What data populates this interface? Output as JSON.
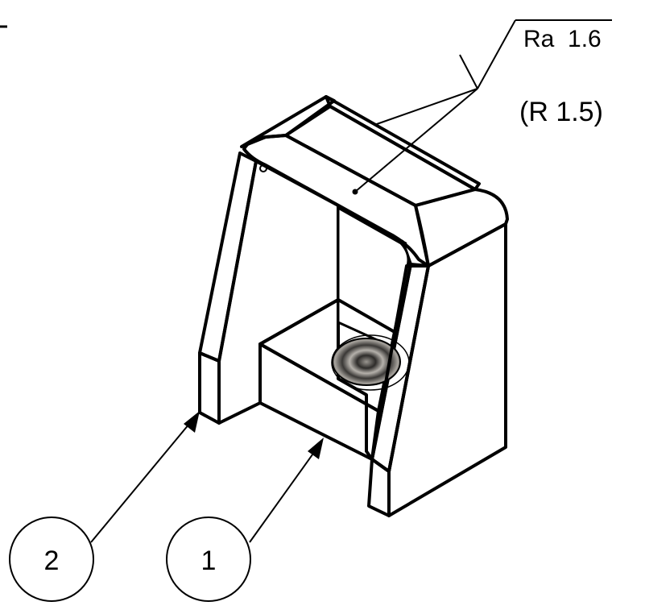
{
  "drawing": {
    "type": "isometric part view",
    "surface_finish": {
      "label": "Ra  1.6",
      "secondary": "(R 1.5)"
    },
    "balloons": [
      {
        "number": "2"
      },
      {
        "number": "1"
      }
    ],
    "colors": {
      "face_light": "#dbd7d2",
      "face_mid": "#8f8b86",
      "face_dark": "#625e5a",
      "fillet_highlight": "#f1eee9",
      "outline": "#000000",
      "background": "#ffffff"
    }
  }
}
